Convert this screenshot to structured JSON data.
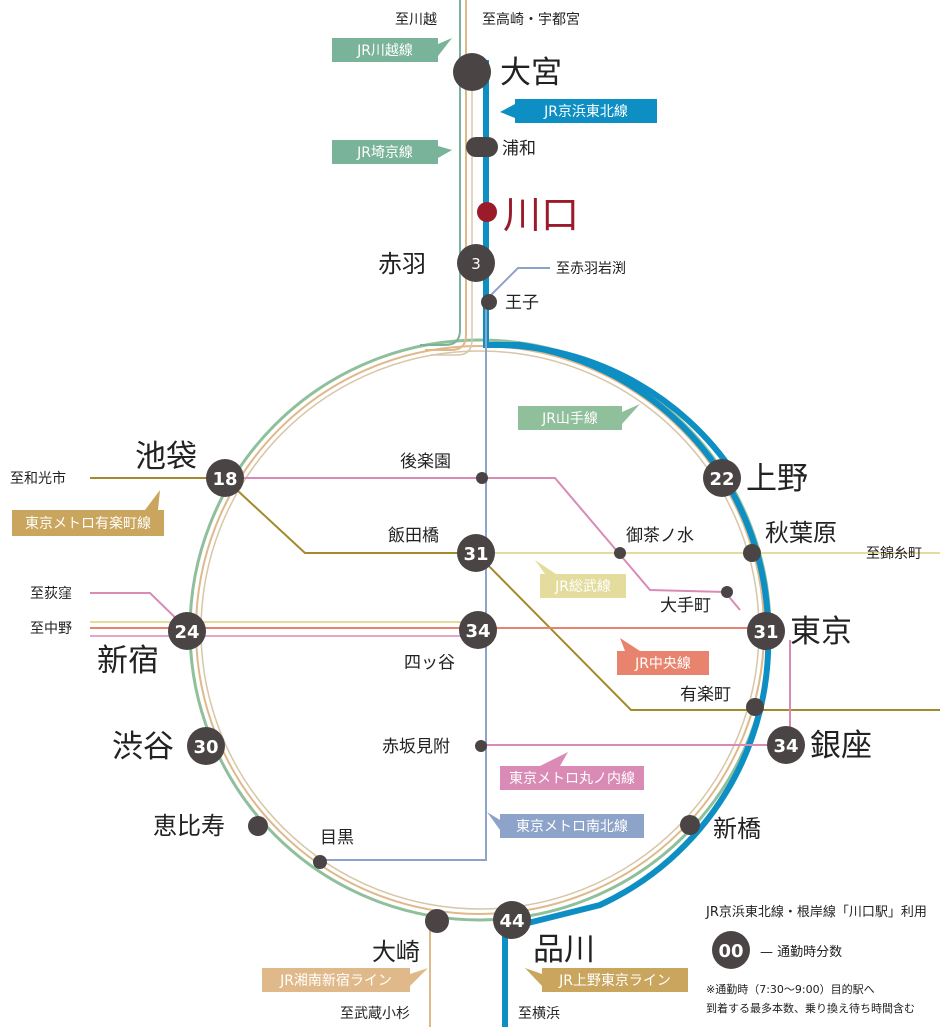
{
  "stations": {
    "omiya": "大宮",
    "urawa": "浦和",
    "kawaguchi": "川口",
    "akabane": "赤羽",
    "oji": "王子",
    "ikebukuro": "池袋",
    "korakuen": "後楽園",
    "iidabashi": "飯田橋",
    "ochanomizu": "御茶ノ水",
    "otemachi": "大手町",
    "ueno": "上野",
    "akihabara": "秋葉原",
    "tokyo": "東京",
    "yurakucho": "有楽町",
    "ginza": "銀座",
    "shinjuku": "新宿",
    "yotsuya": "四ッ谷",
    "akasakamitsuke": "赤坂見附",
    "shibuya": "渋谷",
    "ebisu": "恵比寿",
    "meguro": "目黒",
    "osaki": "大崎",
    "shinagawa": "品川",
    "shimbashi": "新橋"
  },
  "times": {
    "akabane": "3",
    "ikebukuro": "18",
    "ueno": "22",
    "iidabashi": "31",
    "tokyo": "31",
    "shinjuku": "24",
    "yotsuya": "34",
    "ginza": "34",
    "shibuya": "30",
    "shinagawa": "44"
  },
  "destinations": {
    "kawagoe": "至川越",
    "takasaki": "至高崎・宇都宮",
    "akabaneiwabuchi": "至赤羽岩渕",
    "wakoshi": "至和光市",
    "kinshicho": "至錦糸町",
    "ogikubo": "至荻窪",
    "nakano": "至中野",
    "musashikosugi": "至武蔵小杉",
    "yokohama": "至横浜"
  },
  "lines": {
    "kawagoe": "JR川越線",
    "keihintohoku": "JR京浜東北線",
    "saikyo": "JR埼京線",
    "yamanote": "JR山手線",
    "yurakucho": "東京メトロ有楽町線",
    "sobu": "JR総武線",
    "chuo": "JR中央線",
    "marunouchi": "東京メトロ丸ノ内線",
    "namboku": "東京メトロ南北線",
    "shonanshinjuku": "JR湘南新宿ライン",
    "uenotokyo": "JR上野東京ライン"
  },
  "colors": {
    "keihintohoku": "#0e8fc4",
    "yamanote": "#8fbf9b",
    "saikyo": "#79b39a",
    "kawagoe": "#79b39a",
    "shonan": "#e0b98a",
    "yurakucho": "#a38a2c",
    "sobu": "#e3dc9c",
    "chuo": "#e8846d",
    "marunouchi": "#d98bb6",
    "namboku": "#8ea3c9",
    "station": "#4a4445",
    "kawaguchi": "#9b1b2a"
  },
  "legend": {
    "title": "JR京浜東北線・根岸線「川口駅」利用",
    "sample": "00",
    "label": "— 通勤時分数",
    "note1": "※通勤時（7:30〜9:00）目的駅へ",
    "note2": "到着する最多本数、乗り換え待ち時間含む"
  }
}
